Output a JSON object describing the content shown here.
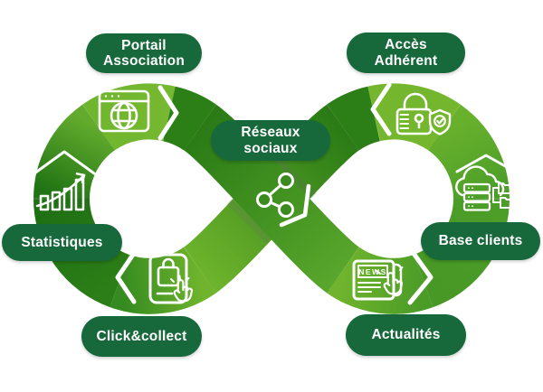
{
  "diagram": {
    "type": "infinity-loop",
    "colors": {
      "light_green": "#74b72e",
      "mid_green": "#4c9e29",
      "dark_green": "#27791a",
      "pill_green": "#17693b",
      "icon_stroke": "#ffffff"
    },
    "center_node": {
      "id": "reseaux-sociaux",
      "label": "Réseaux\nsociaux",
      "icon": "share-icon",
      "position": "center"
    },
    "nodes": [
      {
        "id": "portail-association",
        "label": "Portail\nAssociation",
        "icon": "browser-globe-icon",
        "position": "top-left"
      },
      {
        "id": "acces-adherent",
        "label": "Accès\nAdhérent",
        "icon": "lock-shield-icon",
        "position": "top-right"
      },
      {
        "id": "statistiques",
        "label": "Statistiques",
        "icon": "house-growth-chart-icon",
        "position": "left"
      },
      {
        "id": "base-clients",
        "label": "Base clients",
        "icon": "cloud-database-icon",
        "position": "right"
      },
      {
        "id": "click-collect",
        "label": "Click&collect",
        "icon": "tablet-shopping-bag-icon",
        "position": "bottom-left"
      },
      {
        "id": "actualites",
        "label": "Actualités",
        "icon": "news-hand-icon",
        "position": "bottom-right"
      }
    ],
    "icon_text": {
      "news": "NEWS"
    }
  }
}
